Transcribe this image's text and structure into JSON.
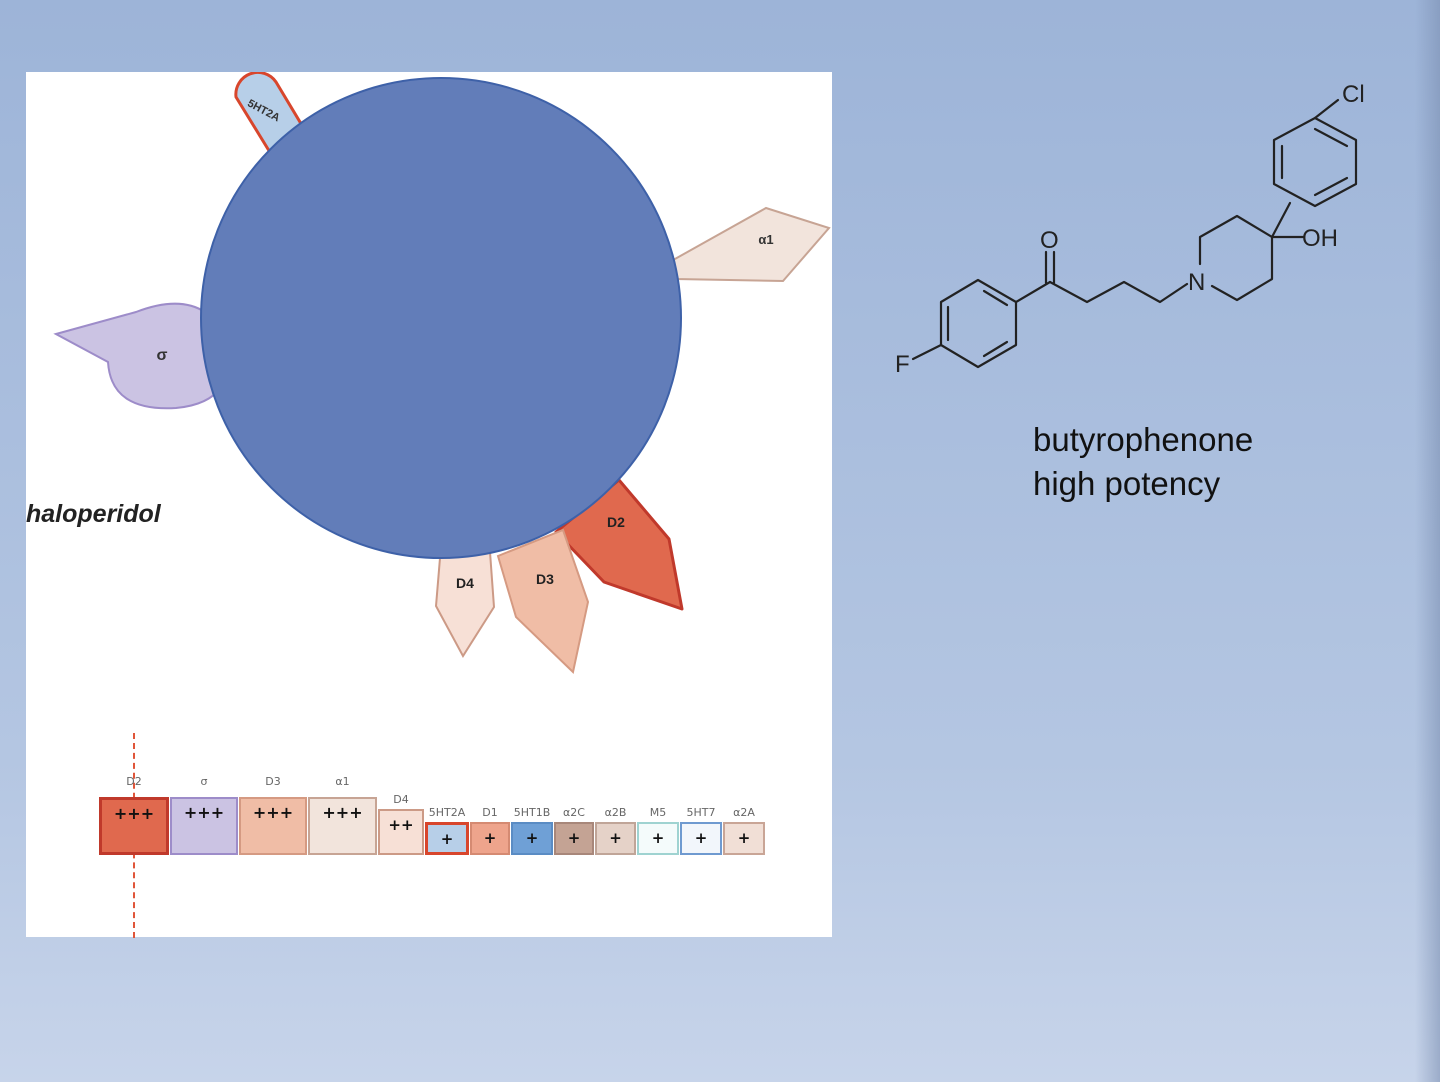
{
  "drug": "haloperidol",
  "receptors": {
    "ht2a": "5HT2A",
    "alpha1": "α1",
    "sigma": "σ",
    "d2": "D2",
    "d3": "D3",
    "d4": "D4"
  },
  "molecule": {
    "cl": "Cl",
    "oh": "OH",
    "o": "O",
    "n": "N",
    "f": "F"
  },
  "caption": {
    "line1": "butyrophenone",
    "line2": "high potency"
  },
  "affinity": [
    {
      "label": "D2",
      "value": "+++",
      "fill": "#e0694e",
      "border": "#c0392b"
    },
    {
      "label": "σ",
      "value": "+++",
      "fill": "#cbc3e3",
      "border": "#9d8cc9"
    },
    {
      "label": "D3",
      "value": "+++",
      "fill": "#f0bda6",
      "border": "#d59a82"
    },
    {
      "label": "α1",
      "value": "+++",
      "fill": "#f2e4dc",
      "border": "#c7a494"
    },
    {
      "label": "D4",
      "value": "++",
      "fill": "#f7e0d6",
      "border": "#cc9a86"
    },
    {
      "label": "5HT2A",
      "value": "+",
      "fill": "#b7cfe8",
      "border": "#d8462c"
    },
    {
      "label": "D1",
      "value": "+",
      "fill": "#eea48c",
      "border": "#d58a72"
    },
    {
      "label": "5HT1B",
      "value": "+",
      "fill": "#6fa0d6",
      "border": "#5a8cc4"
    },
    {
      "label": "α2C",
      "value": "+",
      "fill": "#c4a394",
      "border": "#a8877a"
    },
    {
      "label": "α2B",
      "value": "+",
      "fill": "#e5d2c8",
      "border": "#c0a598"
    },
    {
      "label": "M5",
      "value": "+",
      "fill": "#f4fbfb",
      "border": "#9fd3d1"
    },
    {
      "label": "5HT7",
      "value": "+",
      "fill": "#f2f6fb",
      "border": "#6f9ad0"
    },
    {
      "label": "α2A",
      "value": "+",
      "fill": "#f1dfd6",
      "border": "#c9a596"
    }
  ]
}
